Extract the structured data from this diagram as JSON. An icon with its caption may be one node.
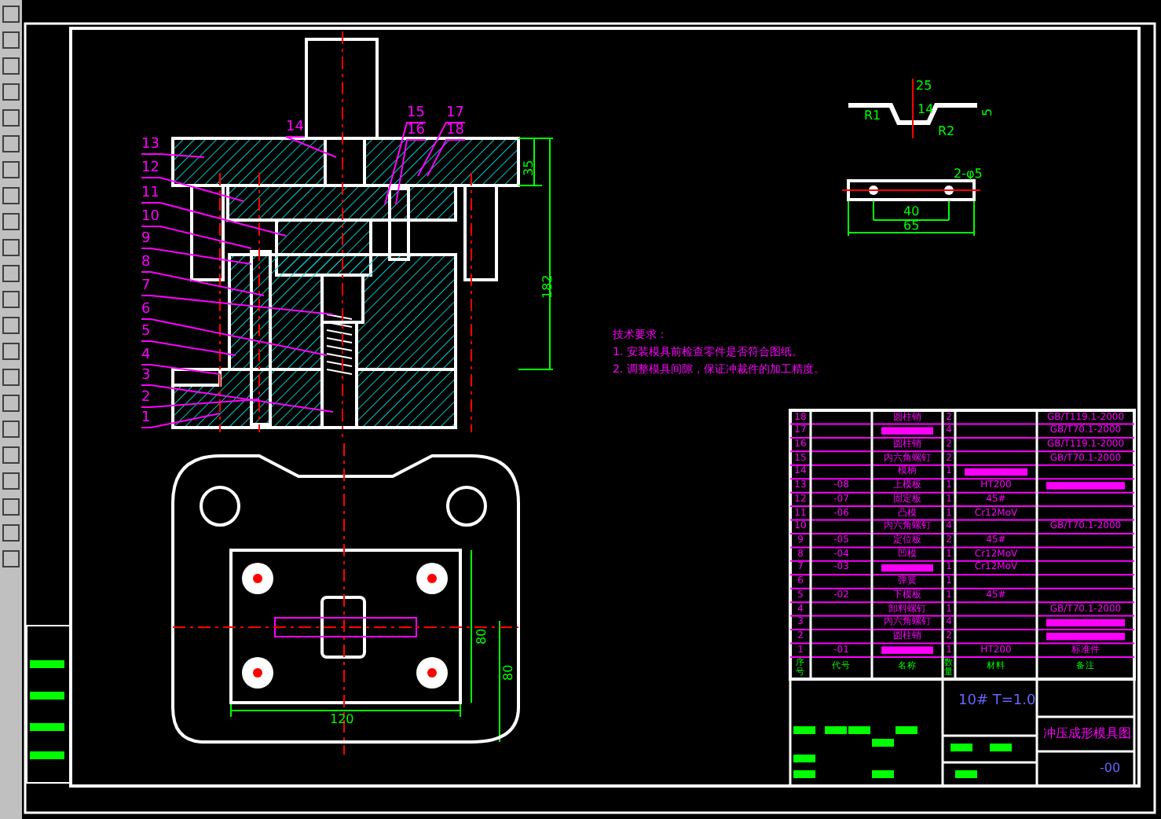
{
  "diagram": {
    "nodes": [
      {
        "text": [
          "1"
        ]
      },
      {
        "text": [
          "2"
        ]
      },
      {
        "text": [
          "3"
        ]
      },
      {
        "text": [
          "4"
        ]
      },
      {
        "text": [
          "5"
        ]
      },
      {
        "text": [
          "6"
        ]
      },
      {
        "text": [
          "7"
        ]
      },
      {
        "text": [
          "8"
        ]
      },
      {
        "text": [
          "9"
        ]
      },
      {
        "text": [
          "10"
        ]
      },
      {
        "text": [
          "11"
        ]
      },
      {
        "text": [
          "12"
        ]
      },
      {
        "text": [
          "13"
        ]
      },
      {
        "text": [
          "14"
        ]
      },
      {
        "text": [
          "15"
        ]
      },
      {
        "text": [
          "16"
        ]
      },
      {
        "text": [
          "17"
        ]
      },
      {
        "text": [
          "18"
        ]
      }
    ],
    "edges": [
      {
        "from": 0,
        "to": null,
        "arrow": "none"
      },
      {
        "from": 1,
        "to": null,
        "arrow": "none"
      },
      {
        "from": 2,
        "to": null,
        "arrow": "none"
      },
      {
        "from": 3,
        "to": null,
        "arrow": "none"
      },
      {
        "from": 4,
        "to": null,
        "arrow": "none"
      },
      {
        "from": 5,
        "to": null,
        "arrow": "none"
      },
      {
        "from": 6,
        "to": null,
        "arrow": "none"
      },
      {
        "from": 7,
        "to": null,
        "arrow": "none"
      },
      {
        "from": 8,
        "to": null,
        "arrow": "none"
      },
      {
        "from": 9,
        "to": null,
        "arrow": "none"
      },
      {
        "from": 10,
        "to": null,
        "arrow": "none"
      },
      {
        "from": 11,
        "to": null,
        "arrow": "none"
      },
      {
        "from": 12,
        "to": null,
        "arrow": "none"
      },
      {
        "from": 13,
        "to": null,
        "arrow": "none"
      },
      {
        "from": 14,
        "to": null,
        "arrow": "none"
      },
      {
        "from": 15,
        "to": null,
        "arrow": "none"
      },
      {
        "from": 16,
        "to": null,
        "arrow": "none"
      },
      {
        "from": 17,
        "to": null,
        "arrow": "none"
      }
    ],
    "labels": [
      "35",
      "182",
      "25",
      "14",
      "R1",
      "R2",
      "5",
      "2-φ5",
      "40",
      "65",
      "120",
      "80",
      "80",
      "技术要求：",
      "1. 安装模具前检查零件是否符合图纸。",
      "2. 调整模具间隙，保证冲裁件的加工精度。",
      "18",
      "圆柱销",
      "2",
      "GB/T119.1-2000",
      "17",
      "4",
      "GB/T70.1-2000",
      "16",
      "圆柱销",
      "2",
      "GB/T119.1-2000",
      "15",
      "内六角螺钉",
      "2",
      "GB/T70.1-2000",
      "14",
      "模柄",
      "1",
      "13",
      "-08",
      "上模板",
      "1",
      "HT200",
      "12",
      "-07",
      "固定板",
      "1",
      "45#",
      "11",
      "-06",
      "凸模",
      "1",
      "Cr12MoV",
      "10",
      "内六角螺钉",
      "4",
      "GB/T70.1-2000",
      "9",
      "-05",
      "定位板",
      "2",
      "45#",
      "8",
      "-04",
      "凹模",
      "1",
      "Cr12MoV",
      "7",
      "-03",
      "1",
      "Cr12MoV",
      "6",
      "弹簧",
      "1",
      "5",
      "-02",
      "下模板",
      "1",
      "45#",
      "4",
      "卸料螺钉",
      "1",
      "GB/T70.1-2000",
      "3",
      "内六角螺钉",
      "4",
      "2",
      "圆柱销",
      "2",
      "1",
      "-01",
      "1",
      "HT200",
      "标准件",
      "序号",
      "代号",
      "名称",
      "数量",
      "材料",
      "备注",
      "10#  T=1.0",
      "冲压成形模具图",
      "-00"
    ]
  }
}
